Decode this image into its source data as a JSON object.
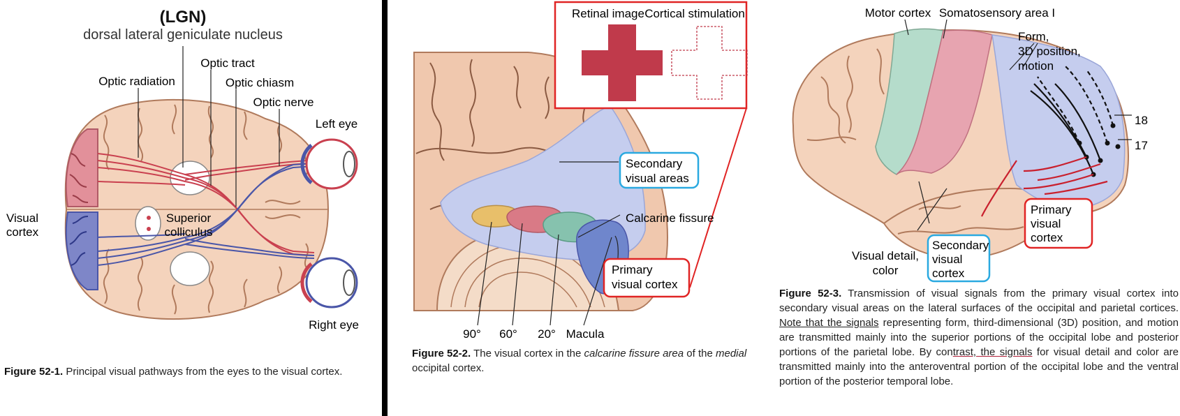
{
  "fig1": {
    "title": "(LGN)",
    "subtitle": "dorsal lateral geniculate nucleus",
    "labels": {
      "optic_radiation": "Optic radiation",
      "optic_tract": "Optic tract",
      "optic_chiasm": "Optic chiasm",
      "optic_nerve": "Optic nerve",
      "left_eye": "Left eye",
      "right_eye": "Right eye",
      "visual_cortex_1": "Visual",
      "visual_cortex_2": "cortex",
      "superior_colliculus_1": "Superior",
      "superior_colliculus_2": "colliculus"
    },
    "caption_number": "Figure 52-1.",
    "caption_text": "Principal visual pathways from the eyes to the visual cortex."
  },
  "fig2": {
    "labels": {
      "retinal_image": "Retinal image",
      "cortical_stimulation": "Cortical stimulation",
      "secondary_1": "Secondary",
      "secondary_2": "visual areas",
      "calcarine": "Calcarine fissure",
      "primary_1": "Primary",
      "primary_2": "visual cortex",
      "deg90": "90°",
      "deg60": "60°",
      "deg20": "20°",
      "macula": "Macula"
    },
    "caption_number": "Figure 52-2.",
    "caption_a": "The visual cortex in the",
    "caption_b": "calcarine fissure area",
    "caption_c": "of the",
    "caption_d": "medial",
    "caption_e": "occipital cortex."
  },
  "fig3": {
    "labels": {
      "motor": "Motor cortex",
      "somato": "Somatosensory area I",
      "form_1": "Form,",
      "form_2": "3D position,",
      "form_3": "motion",
      "n18": "18",
      "n17": "17",
      "primary_1": "Primary",
      "primary_2": "visual",
      "primary_3": "cortex",
      "secondary_1": "Secondary",
      "secondary_2": "visual",
      "secondary_3": "cortex",
      "detail_1": "Visual detail,",
      "detail_2": "color"
    },
    "caption_number": "Figure 52-3.",
    "caption_a": "Transmission of visual signals from the primary visual cortex into secondary visual areas on the lateral surfaces of the occipital and parietal cortices.",
    "caption_u1": "Note that the signals",
    "caption_b": "representing form, third-dimensional (3D) position, and motion are transmitted mainly into the superior portions of the occipital lobe and posterior portions of the parietal lobe. By con",
    "caption_u2": "trast, the signals",
    "caption_c": "for visual detail and color are transmitted mainly into the anteroventral portion of the occipital lobe and the ventral portion of the posterior temporal lobe."
  },
  "colors": {
    "brain": "#f4d3bc",
    "sulci": "#b07a5c",
    "red_pathway": "#c9404f",
    "blue_pathway": "#4a56a8",
    "lavender": "#c5cdee",
    "red_box": "#e02424",
    "blue_box": "#2aa9e0"
  }
}
